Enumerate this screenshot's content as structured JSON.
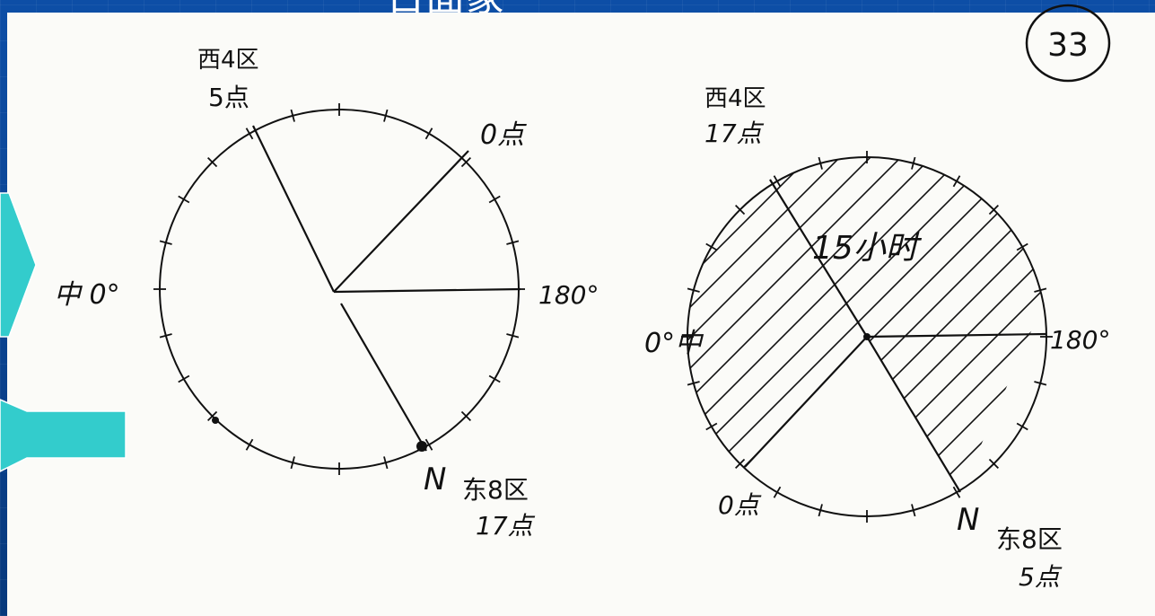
{
  "slide": {
    "title_partial": "日面象",
    "page_number": "33"
  },
  "left_diagram": {
    "top_label_line1": "西4区",
    "top_label_line2": "5点",
    "right_top_label": "0点",
    "left_label": "中 0°",
    "right_label": "180°",
    "bottom_letter": "N",
    "bottom_label_line1": "东8区",
    "bottom_label_line2": "17点"
  },
  "right_diagram": {
    "top_label_line1": "西4区",
    "top_label_line2": "17点",
    "shaded_label": "15小时",
    "left_label": "0°中",
    "right_label": "180°",
    "bottom_left_label": "0点",
    "bottom_letter": "N",
    "bottom_label_line1": "东8区",
    "bottom_label_line2": "5点"
  },
  "colors": {
    "background": "#0a3f8c",
    "arrow": "#33cccc",
    "ink": "#111111",
    "paper": "#fbfbf8"
  },
  "icons": [
    "next-arrow-icon",
    "prev-arrow-icon"
  ]
}
